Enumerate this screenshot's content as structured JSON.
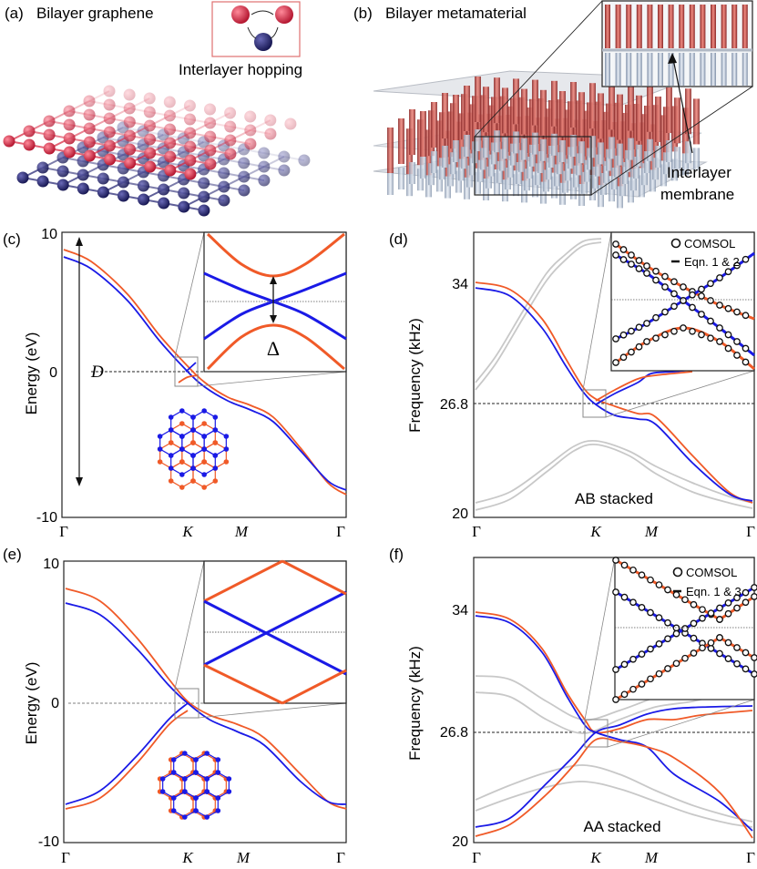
{
  "panels": {
    "a": {
      "tag": "(a)",
      "title": "Bilayer graphene",
      "inset_label": "Interlayer hopping"
    },
    "b": {
      "tag": "(b)",
      "title": "Bilayer metamaterial",
      "arrow_label_1": "Interlayer",
      "arrow_label_2": "membrane"
    },
    "c": {
      "tag": "(c)",
      "ylabel": "Energy  (eV)",
      "span_label": "D",
      "gap_label": "Δ"
    },
    "d": {
      "tag": "(d)",
      "ylabel": "Frequency  (kHz)",
      "note": "AB stacked",
      "legend": [
        "COMSOL",
        "Eqn. 1 & 2"
      ]
    },
    "e": {
      "tag": "(e)",
      "ylabel": "Energy  (eV)"
    },
    "f": {
      "tag": "(f)",
      "ylabel": "Frequency  (kHz)",
      "note": "AA stacked",
      "legend": [
        "COMSOL",
        "Eqn. 1 & 3"
      ]
    }
  },
  "colors": {
    "blue": "#1a1ae6",
    "orange": "#f05a28",
    "gray": "#c8c8c8",
    "red_atom": "#d8203a",
    "navy_atom": "#1e1e6e"
  },
  "chart_data": [
    {
      "panel": "c",
      "type": "line",
      "x_ticks": [
        "Γ",
        "K",
        "M",
        "Γ"
      ],
      "y_ticks": [
        "10",
        "0",
        "-10"
      ],
      "ylim": [
        -10,
        10
      ],
      "series": [
        {
          "color": "blue",
          "values": [
            [
              0,
              8.4
            ],
            [
              0.5,
              0.0
            ],
            [
              0.67,
              -3.0
            ],
            [
              1,
              -8.5
            ]
          ]
        },
        {
          "color": "orange",
          "values": [
            [
              0,
              8.8
            ],
            [
              0.5,
              0.3
            ],
            [
              0.67,
              -3.4
            ],
            [
              1,
              -8.8
            ]
          ]
        }
      ]
    },
    {
      "panel": "d",
      "type": "line",
      "x_ticks": [
        "Γ",
        "K",
        "M",
        "Γ"
      ],
      "y_ticks": [
        "20",
        "26.8",
        "34"
      ],
      "ylim": [
        20,
        37.5
      ]
    },
    {
      "panel": "e",
      "type": "line",
      "x_ticks": [
        "Γ",
        "K",
        "M",
        "Γ"
      ],
      "y_ticks": [
        "10",
        "0",
        "-10"
      ],
      "ylim": [
        -10,
        10
      ]
    },
    {
      "panel": "f",
      "type": "line",
      "x_ticks": [
        "Γ",
        "K",
        "M",
        "Γ"
      ],
      "y_ticks": [
        "20",
        "26.8",
        "34"
      ],
      "ylim": [
        20,
        37.5
      ]
    }
  ]
}
